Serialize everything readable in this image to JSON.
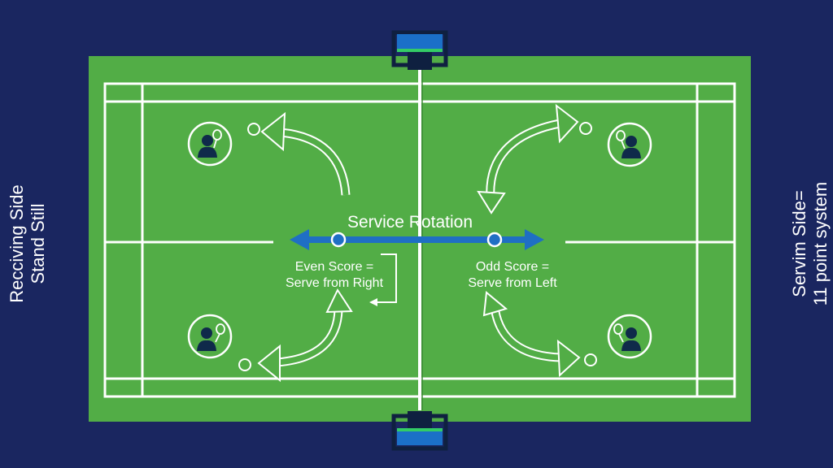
{
  "diagram": {
    "title": "Service Rotation",
    "even_line1": "Even Score =",
    "even_line2": "Serve from Right",
    "odd_line1": "Odd Score =",
    "odd_line2": "Serve from Left",
    "left_line1": "Recciving Side",
    "left_line2": "Stand Still",
    "right_line1": "Servim Side=",
    "right_line2": "11 point system"
  },
  "colors": {
    "background": "#1a2660",
    "court": "#52ad46",
    "lines": "#ffffff",
    "arrow": "#1f6fc4",
    "player": "#0f2a4a",
    "net_post": "#1b70c8"
  },
  "icons": [
    "player-icon",
    "racket-icon",
    "curved-arrow-icon",
    "double-arrow-icon",
    "net-post-icon"
  ]
}
